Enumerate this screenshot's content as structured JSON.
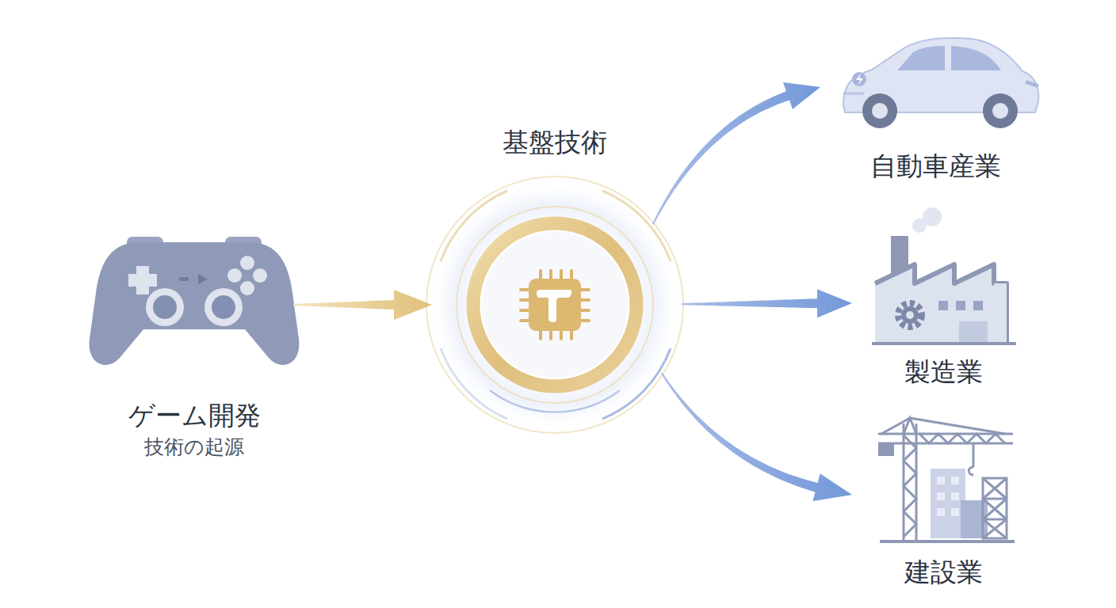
{
  "diagram": {
    "nodes": [
      {
        "text": [
          "ゲーム開発",
          "技術の起源"
        ]
      },
      {
        "text": [
          "基盤技術"
        ]
      },
      {
        "text": [
          "自動車産業"
        ]
      },
      {
        "text": [
          "製造業"
        ]
      },
      {
        "text": [
          "建設業"
        ]
      }
    ],
    "edges": [
      {
        "from": 0,
        "to": 1,
        "arrow": "to"
      },
      {
        "from": 1,
        "to": 2,
        "arrow": "to"
      },
      {
        "from": 1,
        "to": 3,
        "arrow": "to"
      },
      {
        "from": 1,
        "to": 4,
        "arrow": "to"
      }
    ]
  }
}
